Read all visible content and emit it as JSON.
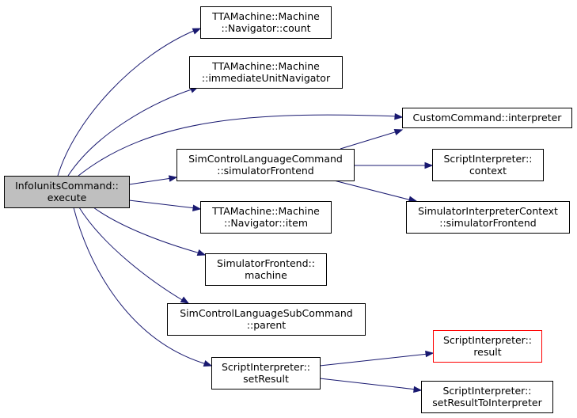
{
  "graph": {
    "edge_color": "#191970",
    "root_fill": "#bfbfbf",
    "highlight_stroke": "#ff0000",
    "nodes": {
      "root": {
        "lines": [
          "InfoIunitsCommand::",
          "execute"
        ]
      },
      "count": {
        "lines": [
          "TTAMachine::Machine",
          "::Navigator::count"
        ]
      },
      "immediate": {
        "lines": [
          "TTAMachine::Machine",
          "::immediateUnitNavigator"
        ]
      },
      "custom_interpreter": {
        "lines": [
          "CustomCommand::interpreter"
        ]
      },
      "sim_frontend": {
        "lines": [
          "SimControlLanguageCommand",
          "::simulatorFrontend"
        ]
      },
      "script_context": {
        "lines": [
          "ScriptInterpreter::",
          "context"
        ]
      },
      "interp_ctx_frontend": {
        "lines": [
          "SimulatorInterpreterContext",
          "::simulatorFrontend"
        ]
      },
      "nav_item": {
        "lines": [
          "TTAMachine::Machine",
          "::Navigator::item"
        ]
      },
      "frontend_machine": {
        "lines": [
          "SimulatorFrontend::",
          "machine"
        ]
      },
      "sub_parent": {
        "lines": [
          "SimControlLanguageSubCommand",
          "::parent"
        ]
      },
      "set_result": {
        "lines": [
          "ScriptInterpreter::",
          "setResult"
        ]
      },
      "result": {
        "lines": [
          "ScriptInterpreter::",
          "result"
        ]
      },
      "set_result_to_interp": {
        "lines": [
          "ScriptInterpreter::",
          "setResultToInterpreter"
        ]
      }
    }
  }
}
